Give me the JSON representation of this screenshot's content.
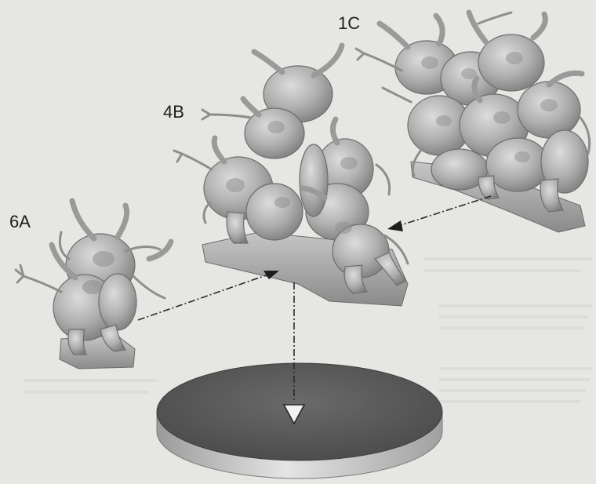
{
  "labels": {
    "step_1c": "1C",
    "step_4b": "4B",
    "step_6a": "6A"
  },
  "colors": {
    "background": "#e6e6e3",
    "figure": "#b4b4b4",
    "base_top": "#5c5c5c",
    "base_rim": "#c9c9c9"
  }
}
